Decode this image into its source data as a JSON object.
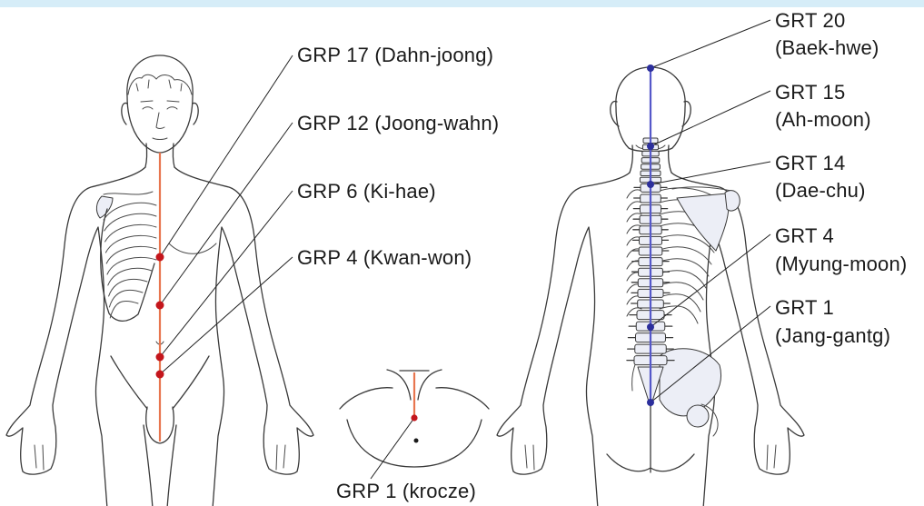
{
  "colors": {
    "top_band": "#d6edf8",
    "front_meridian": "#e8764f",
    "front_point": "#c4161c",
    "back_meridian": "#5558c9",
    "back_point": "#2c2f9c",
    "perineum_mark": "#1a1a1a"
  },
  "front_points": [
    {
      "label": "GRP 17 (Dahn-joong)"
    },
    {
      "label": "GRP 12 (Joong-wahn)"
    },
    {
      "label": "GRP 6 (Ki-hae)"
    },
    {
      "label": "GRP 4 (Kwan-won)"
    }
  ],
  "perineum_point": {
    "label": "GRP 1 (krocze)"
  },
  "back_points": [
    {
      "code": "GRT 20",
      "name": "(Baek-hwe)"
    },
    {
      "code": "GRT 15",
      "name": "(Ah-moon)"
    },
    {
      "code": "GRT 14",
      "name": "(Dae-chu)"
    },
    {
      "code": "GRT 4",
      "name": "(Myung-moon)"
    },
    {
      "code": "GRT 1",
      "name": "(Jang-gantg)"
    }
  ]
}
